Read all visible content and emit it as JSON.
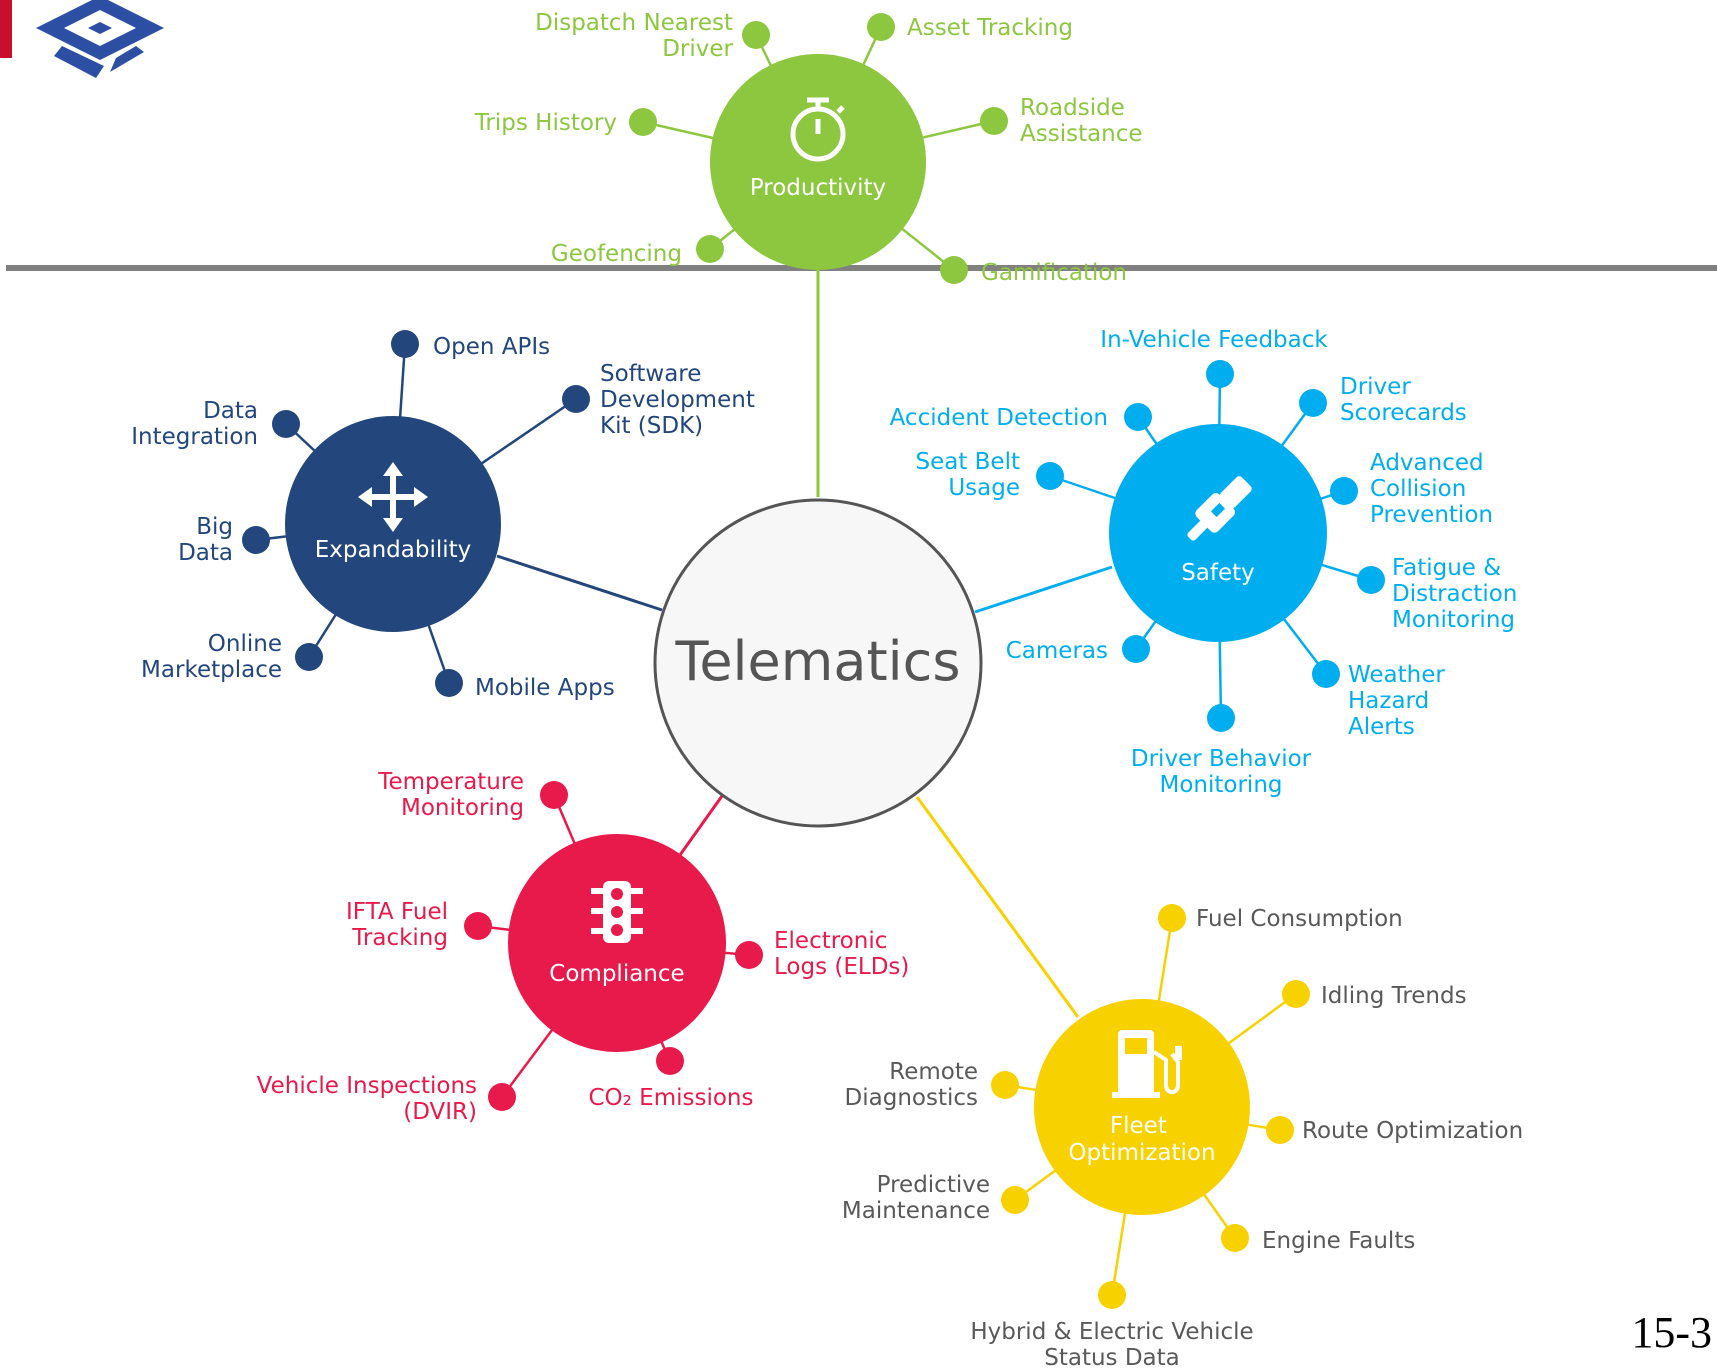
{
  "center": {
    "label": "Telematics"
  },
  "page_number": "15-3",
  "colors": {
    "productivity": "#8dc63f",
    "expandability": "#23467c",
    "safety": "#00aeef",
    "compliance": "#e8194b",
    "fleet": "#f7d100",
    "divider": "#808080",
    "center_stroke": "#555555",
    "center_fill": "#f7f7f7",
    "fleet_label": "#595959",
    "logo_blue": "#2d4fa3",
    "logo_red": "#c8102e"
  },
  "hubs": {
    "productivity": {
      "label": "Productivity",
      "icon": "stopwatch-icon",
      "leaves": [
        {
          "lines": [
            "Dispatch Nearest",
            "Driver"
          ]
        },
        {
          "lines": [
            "Asset Tracking"
          ]
        },
        {
          "lines": [
            "Trips History"
          ]
        },
        {
          "lines": [
            "Roadside",
            "Assistance"
          ]
        },
        {
          "lines": [
            "Geofencing"
          ]
        },
        {
          "lines": [
            "Gamification"
          ]
        }
      ]
    },
    "expandability": {
      "label": "Expandability",
      "icon": "expand-arrows-icon",
      "leaves": [
        {
          "lines": [
            "Open APIs"
          ]
        },
        {
          "lines": [
            "Data",
            "Integration"
          ]
        },
        {
          "lines": [
            "Software",
            "Development",
            "Kit (SDK)"
          ]
        },
        {
          "lines": [
            "Big",
            "Data"
          ]
        },
        {
          "lines": [
            "Online",
            "Marketplace"
          ]
        },
        {
          "lines": [
            "Mobile Apps"
          ]
        }
      ]
    },
    "safety": {
      "label": "Safety",
      "icon": "seatbelt-icon",
      "leaves": [
        {
          "lines": [
            "In-Vehicle Feedback"
          ]
        },
        {
          "lines": [
            "Accident Detection"
          ]
        },
        {
          "lines": [
            "Driver",
            "Scorecards"
          ]
        },
        {
          "lines": [
            "Seat Belt",
            "Usage"
          ]
        },
        {
          "lines": [
            "Advanced",
            "Collision",
            "Prevention"
          ]
        },
        {
          "lines": [
            "Fatigue &",
            "Distraction",
            "Monitoring"
          ]
        },
        {
          "lines": [
            "Cameras"
          ]
        },
        {
          "lines": [
            "Weather",
            "Hazard",
            "Alerts"
          ]
        },
        {
          "lines": [
            "Driver Behavior",
            "Monitoring"
          ]
        }
      ]
    },
    "compliance": {
      "label": "Compliance",
      "icon": "traffic-light-icon",
      "leaves": [
        {
          "lines": [
            "Temperature",
            "Monitoring"
          ]
        },
        {
          "lines": [
            "IFTA Fuel",
            "Tracking"
          ]
        },
        {
          "lines": [
            "Electronic",
            "Logs (ELDs)"
          ]
        },
        {
          "lines": [
            "Vehicle Inspections",
            "(DVIR)"
          ]
        },
        {
          "lines": [
            "CO₂ Emissions"
          ]
        }
      ]
    },
    "fleet": {
      "label_lines": [
        "Fleet",
        "Optimization"
      ],
      "icon": "fuel-pump-icon",
      "leaves": [
        {
          "lines": [
            "Fuel Consumption"
          ]
        },
        {
          "lines": [
            "Idling Trends"
          ]
        },
        {
          "lines": [
            "Remote",
            "Diagnostics"
          ]
        },
        {
          "lines": [
            "Route Optimization"
          ]
        },
        {
          "lines": [
            "Predictive",
            "Maintenance"
          ]
        },
        {
          "lines": [
            "Engine Faults"
          ]
        },
        {
          "lines": [
            "Hybrid & Electric Vehicle",
            "Status Data"
          ]
        }
      ]
    }
  }
}
